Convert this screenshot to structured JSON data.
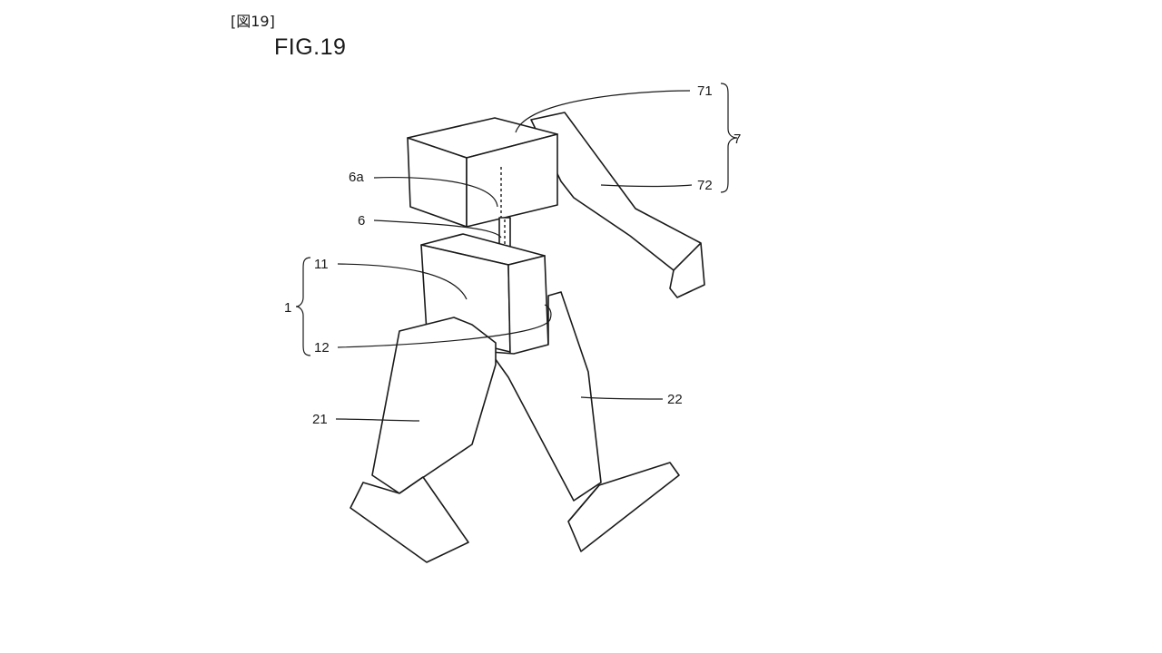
{
  "header": {
    "jp_label": "[図19]",
    "figure_title": "FIG.19"
  },
  "labels": {
    "l71": "71",
    "l7": "7",
    "l72": "72",
    "l6a": "6a",
    "l6": "6",
    "l11": "11",
    "l1": "1",
    "l12": "12",
    "l21": "21",
    "l22": "22"
  }
}
